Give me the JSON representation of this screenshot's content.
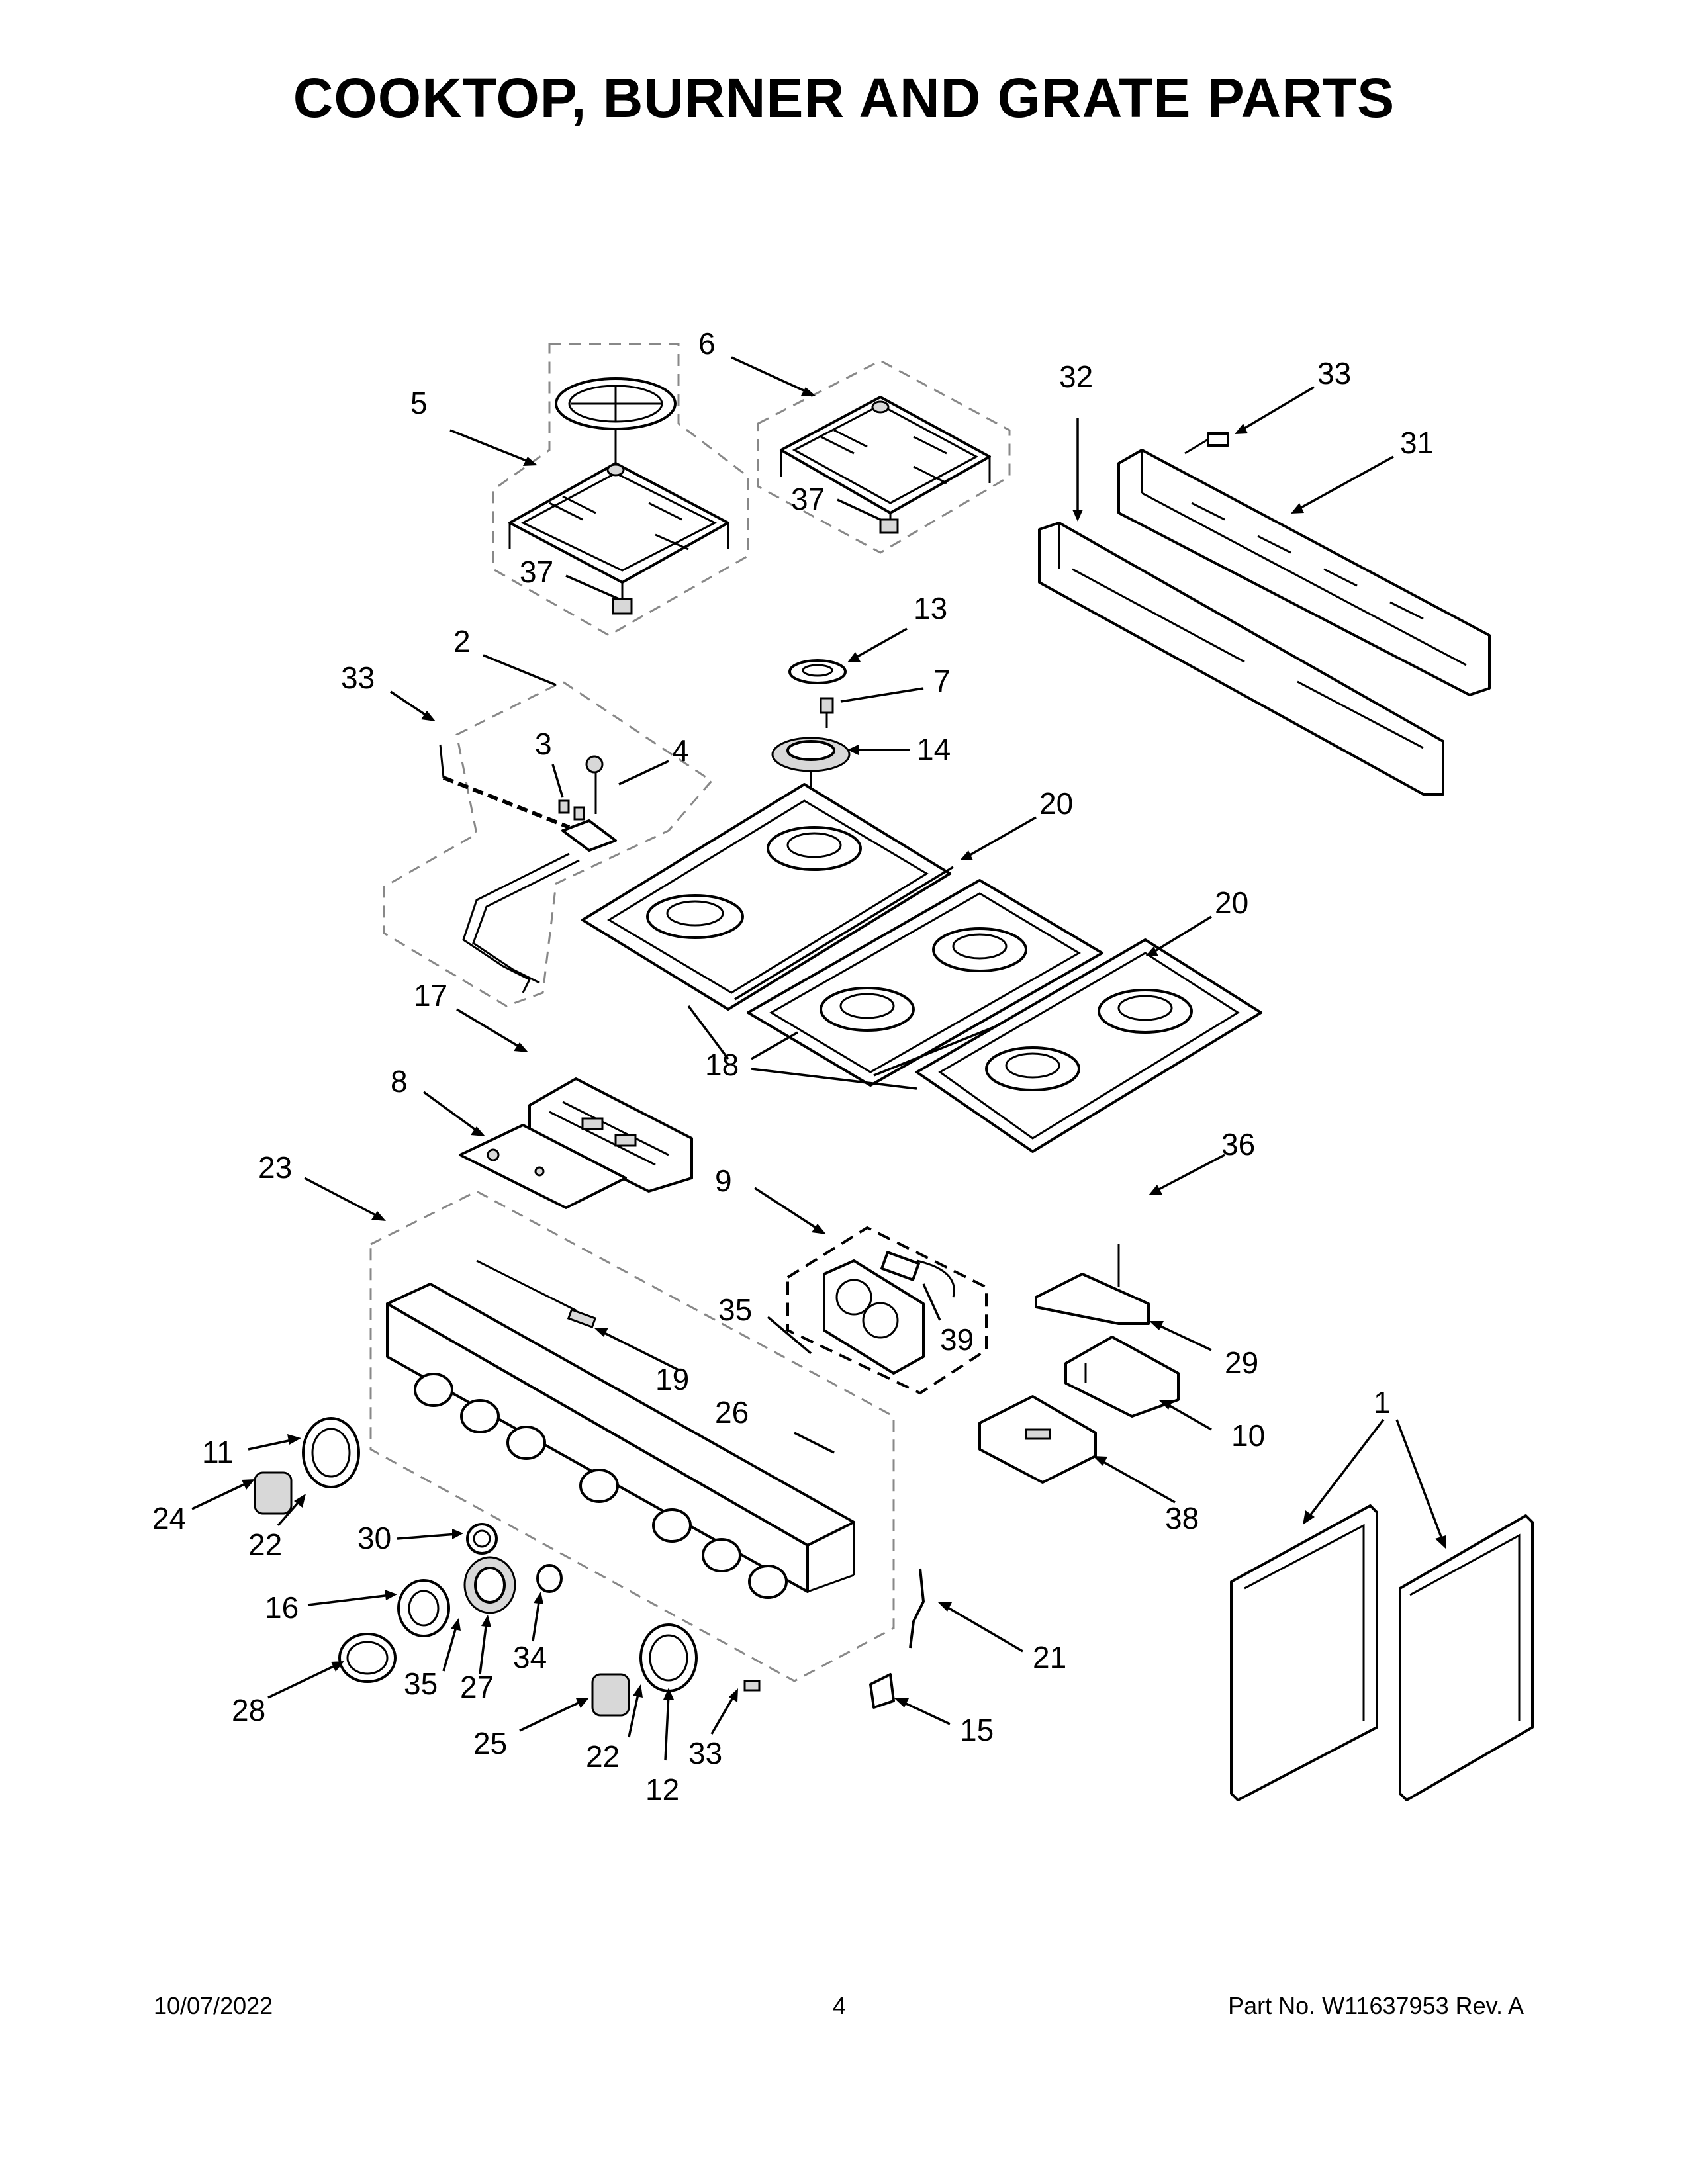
{
  "page": {
    "title": "COOKTOP, BURNER AND GRATE PARTS",
    "footer": {
      "date": "10/07/2022",
      "page_number": "4",
      "part_number": "Part No.  W11637953  Rev.  A"
    }
  },
  "callouts": [
    {
      "id": "c5",
      "label": "5"
    },
    {
      "id": "c6",
      "label": "6"
    },
    {
      "id": "c37a",
      "label": "37"
    },
    {
      "id": "c37b",
      "label": "37"
    },
    {
      "id": "c32",
      "label": "32"
    },
    {
      "id": "c33a",
      "label": "33"
    },
    {
      "id": "c31",
      "label": "31"
    },
    {
      "id": "c2",
      "label": "2"
    },
    {
      "id": "c33b",
      "label": "33"
    },
    {
      "id": "c3",
      "label": "3"
    },
    {
      "id": "c4",
      "label": "4"
    },
    {
      "id": "c13",
      "label": "13"
    },
    {
      "id": "c7",
      "label": "7"
    },
    {
      "id": "c14",
      "label": "14"
    },
    {
      "id": "c20a",
      "label": "20"
    },
    {
      "id": "c20b",
      "label": "20"
    },
    {
      "id": "c17",
      "label": "17"
    },
    {
      "id": "c8",
      "label": "8"
    },
    {
      "id": "c18",
      "label": "18"
    },
    {
      "id": "c23",
      "label": "23"
    },
    {
      "id": "c9",
      "label": "9"
    },
    {
      "id": "c36",
      "label": "36"
    },
    {
      "id": "c35a",
      "label": "35"
    },
    {
      "id": "c39",
      "label": "39"
    },
    {
      "id": "c29",
      "label": "29"
    },
    {
      "id": "c19",
      "label": "19"
    },
    {
      "id": "c10",
      "label": "10"
    },
    {
      "id": "c26",
      "label": "26"
    },
    {
      "id": "c1",
      "label": "1"
    },
    {
      "id": "c11",
      "label": "11"
    },
    {
      "id": "c24",
      "label": "24"
    },
    {
      "id": "c22a",
      "label": "22"
    },
    {
      "id": "c38",
      "label": "38"
    },
    {
      "id": "c30",
      "label": "30"
    },
    {
      "id": "c16",
      "label": "16"
    },
    {
      "id": "c34",
      "label": "34"
    },
    {
      "id": "c21",
      "label": "21"
    },
    {
      "id": "c28",
      "label": "28"
    },
    {
      "id": "c35b",
      "label": "35"
    },
    {
      "id": "c27",
      "label": "27"
    },
    {
      "id": "c15",
      "label": "15"
    },
    {
      "id": "c25",
      "label": "25"
    },
    {
      "id": "c22b",
      "label": "22"
    },
    {
      "id": "c33c",
      "label": "33"
    },
    {
      "id": "c12",
      "label": "12"
    }
  ]
}
